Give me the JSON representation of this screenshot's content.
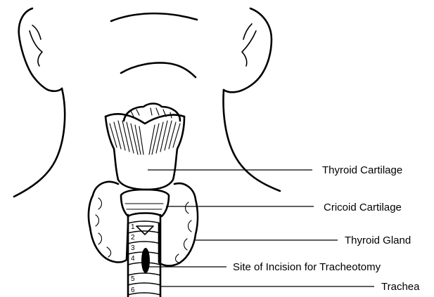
{
  "labels": {
    "thyroid_cartilage": "Thyroid Cartilage",
    "cricoid_cartilage": "Cricoid Cartilage",
    "thyroid_gland": "Thyroid Gland",
    "incision_site": "Site of Incision for Tracheotomy",
    "trachea": "Trachea"
  },
  "ring_numbers": [
    "1",
    "2",
    "3",
    "4",
    "5",
    "6"
  ],
  "colors": {
    "ink": "#000000",
    "background": "#ffffff"
  }
}
